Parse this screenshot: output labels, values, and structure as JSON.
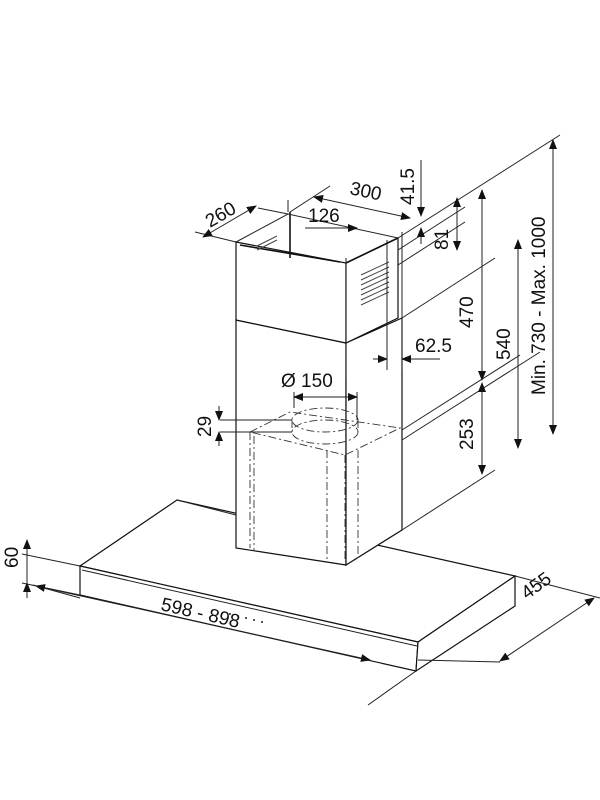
{
  "title": "Cooker hood dimension drawing",
  "dimensions": {
    "canopy_height": "60",
    "width": "598 - 898",
    "depth": "455",
    "lower_chimney_height": "253",
    "chimney_mount_height": "540",
    "upper_chimney_height": "470",
    "total_height": "Min. 730 - Max. 1000",
    "top_offset": "41.5",
    "vent_height": "81",
    "wall_offset": "62.5",
    "vent_position": "126",
    "chimney_width": "300",
    "chimney_depth": "260",
    "outlet_diameter": "Ø 150",
    "outlet_height": "29"
  },
  "colors": {
    "line": "#111111",
    "background": "#ffffff"
  }
}
